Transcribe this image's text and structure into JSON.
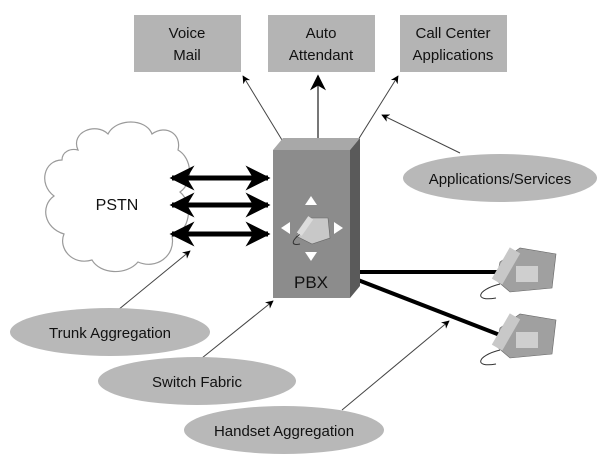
{
  "diagram": {
    "title": "",
    "services": [
      {
        "id": "voice-mail",
        "lines": [
          "Voice",
          "Mail"
        ]
      },
      {
        "id": "auto-attendant",
        "lines": [
          "Auto",
          "Attendant"
        ]
      },
      {
        "id": "call-center",
        "lines": [
          "Call Center",
          "Applications"
        ]
      }
    ],
    "cloud": {
      "label": "PSTN"
    },
    "pbx": {
      "label": "PBX"
    },
    "callouts": [
      {
        "id": "applications-services",
        "label": "Applications/Services"
      },
      {
        "id": "trunk-aggregation",
        "label": "Trunk Aggregation"
      },
      {
        "id": "switch-fabric",
        "label": "Switch Fabric"
      },
      {
        "id": "handset-aggregation",
        "label": "Handset Aggregation"
      }
    ],
    "trunk_count": 3,
    "handset_count": 2,
    "colors": {
      "service_box": "#b4b4b4",
      "oval": "#b8b8b8",
      "pbx_front": "#8c8c8c",
      "pbx_top": "#a8a8a8",
      "pbx_side": "#5a5a5a",
      "line": "#000000",
      "cloud_stroke": "#9a9a9a"
    }
  }
}
